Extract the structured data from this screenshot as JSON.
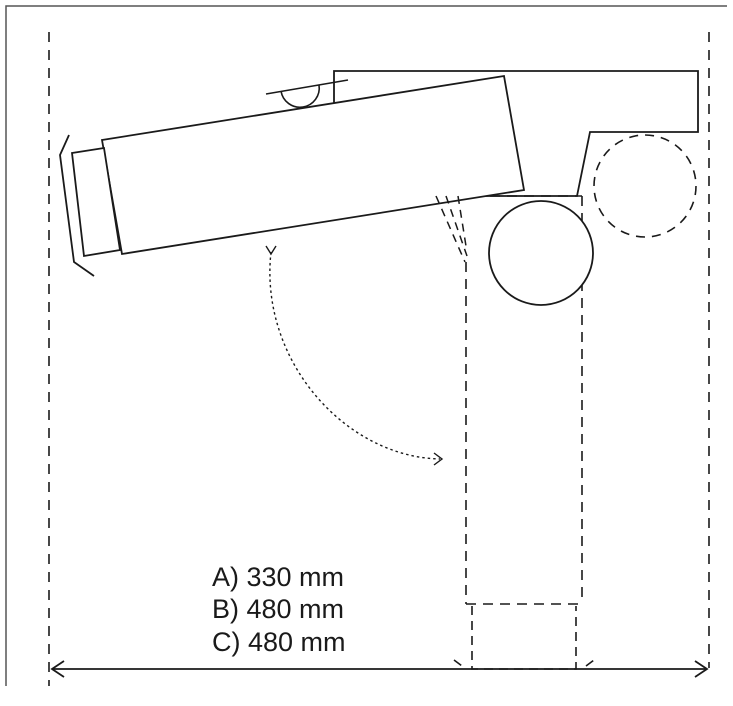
{
  "colors": {
    "line": "#1a1a1a",
    "frame": "#555555",
    "background": "#ffffff"
  },
  "dimensions": [
    {
      "label": "A) 330 mm"
    },
    {
      "label": "B) 480 mm"
    },
    {
      "label": "C) 480 mm"
    }
  ]
}
